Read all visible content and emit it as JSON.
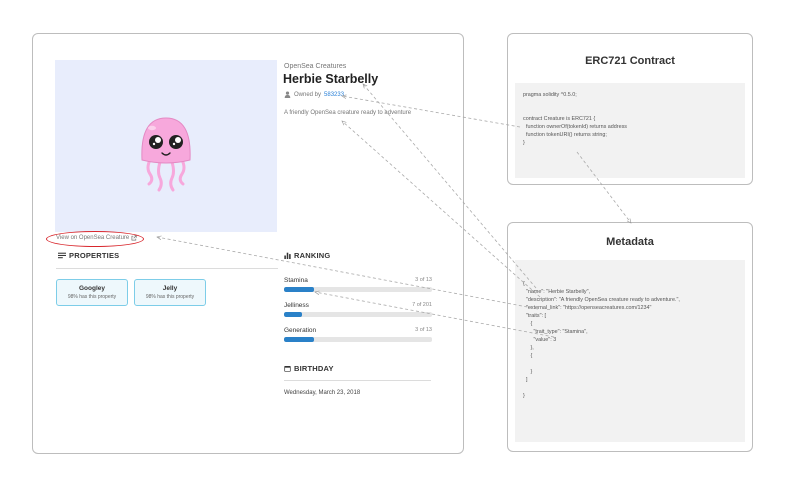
{
  "item": {
    "collection": "OpenSea Creatures",
    "title": "Herbie Starbelly",
    "owned_by_label": "Owned by",
    "owner": "583233",
    "description": "A friendly OpenSea creature ready to adventure",
    "view_link": "View on OpenSea Creature"
  },
  "properties": {
    "heading": "PROPERTIES",
    "items": [
      {
        "value": "Googley",
        "rarity": "98% has this property"
      },
      {
        "value": "Jelly",
        "rarity": "98% has this property"
      }
    ]
  },
  "ranking": {
    "heading": "RANKING",
    "items": [
      {
        "name": "Stamina",
        "count": "3 of 13",
        "fraction": 0.2
      },
      {
        "name": "Jelliness",
        "count": "7 of 201",
        "fraction": 0.12
      },
      {
        "name": "Generation",
        "count": "3 of 13",
        "fraction": 0.2
      }
    ]
  },
  "birthday": {
    "heading": "BIRTHDAY",
    "date": "Wednesday, March 23, 2018"
  },
  "contract": {
    "title": "ERC721 Contract",
    "code": "pragma solidity ^0.5.0;\n\n\ncontract Creature is ERC721 {\n  function ownerOf(tokenId) returns address\n  function tokenURI() returns string;\n}"
  },
  "metadata": {
    "title": "Metadata",
    "code": "{\n  \"name\": \"Herbie Starbelly\",\n  \"description\": \"A friendly OpenSea creature ready to adventure.\",\n  \"external_link\": \"https://openseacreatures.com/1234\"\n  \"traits\": [\n     {\n       \"trait_type\": \"Stamina\",\n       \"value\": 3\n     },\n     {\n\n     }\n  ]\n\n}"
  },
  "colors": {
    "accent": "#2a81c8",
    "highlight": "#d8262c",
    "image_bg": "#e8edfc",
    "creature": "#f7a8dc"
  },
  "icons": {
    "owner": "person-icon",
    "external": "external-link-icon",
    "properties": "list-icon",
    "ranking": "bar-chart-icon",
    "birthday": "calendar-icon",
    "creature": "jellyfish-illustration"
  }
}
